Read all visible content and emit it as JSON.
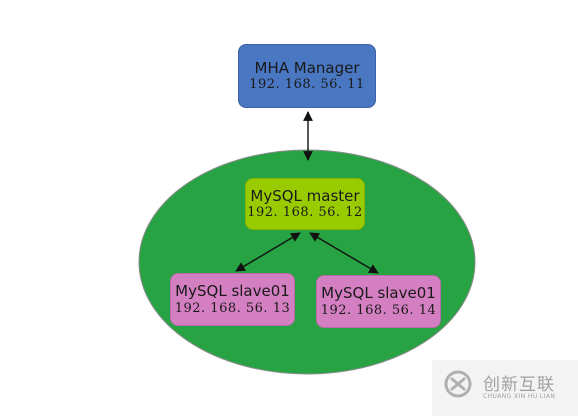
{
  "diagram": {
    "colors": {
      "manager": "#4a77c2",
      "master": "#99cc00",
      "slave": "#d47fc1",
      "cluster": "#27a343",
      "arrow": "#111111"
    },
    "manager": {
      "title": "MHA  Manager",
      "ip": "192. 168. 56. 11"
    },
    "master": {
      "title": "MySQL  master",
      "ip": "192. 168. 56. 12"
    },
    "slaves": [
      {
        "title": "MySQL  slave01",
        "ip": "192. 168. 56. 13"
      },
      {
        "title": "MySQL  slave01",
        "ip": "192. 168. 56. 14"
      }
    ],
    "edges": [
      {
        "from": "manager",
        "to": "master",
        "direction": "both"
      },
      {
        "from": "master",
        "to": "slave-1",
        "direction": "both"
      },
      {
        "from": "master",
        "to": "slave-2",
        "direction": "both"
      }
    ]
  },
  "watermark": {
    "name_cn": "创新互联",
    "name_en": "CHUANG XIN HU LIAN"
  }
}
